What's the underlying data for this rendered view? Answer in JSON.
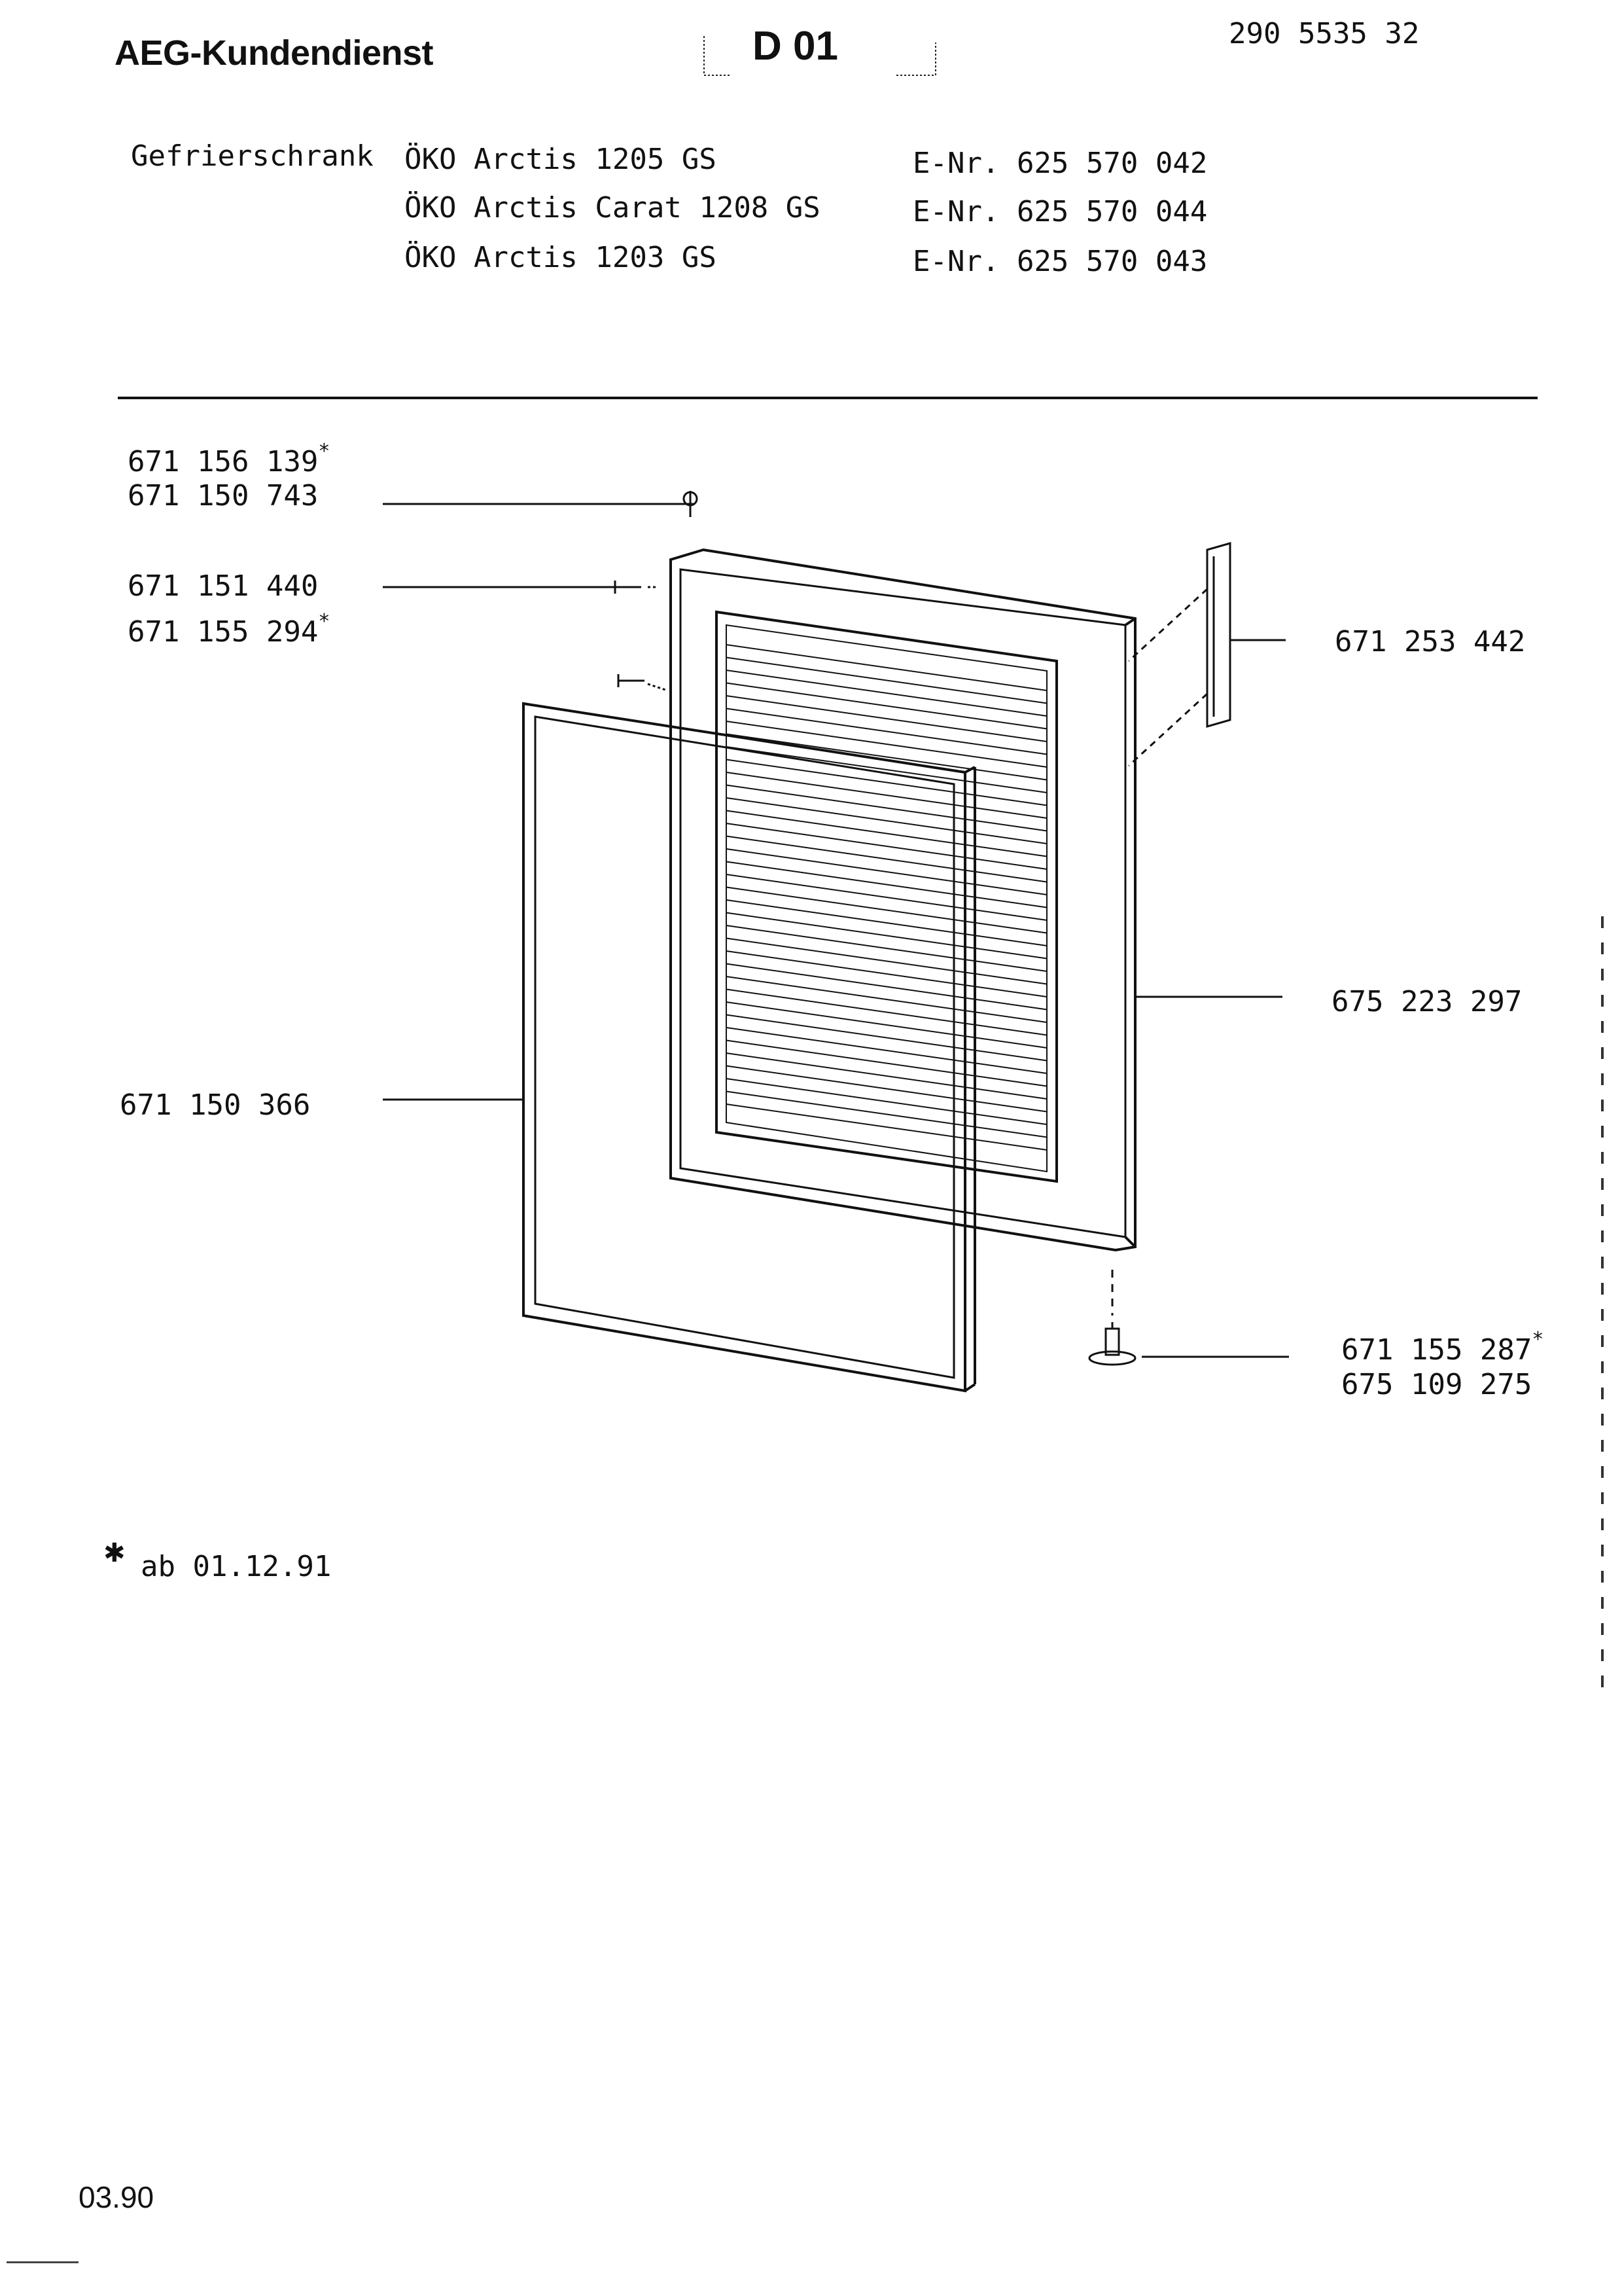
{
  "header": {
    "brand": "AEG-Kundendienst",
    "section": "D 01",
    "doc_number": "290 5535 32"
  },
  "appliance": {
    "type": "Gefrierschrank",
    "models": [
      {
        "name": "ÖKO Arctis 1205 GS",
        "enr": "E-Nr. 625 570 042"
      },
      {
        "name": "ÖKO Arctis Carat 1208 GS",
        "enr": "E-Nr. 625 570 044"
      },
      {
        "name": "ÖKO Arctis 1203 GS",
        "enr": "E-Nr. 625 570 043"
      }
    ]
  },
  "parts": {
    "cap_a": "671 156 139",
    "cap_b": "671 150 743",
    "screw_a": "671 151 440",
    "screw_b": "671 155 294",
    "hinge": "671 253 442",
    "door": "675 223 297",
    "gasket": "671 150 366",
    "pin_a": "671 155 287",
    "pin_b": "675 109 275"
  },
  "mark": "*",
  "footnote": {
    "symbol": "✱",
    "text": "ab 01.12.91"
  },
  "footer": {
    "date": "03.90"
  }
}
